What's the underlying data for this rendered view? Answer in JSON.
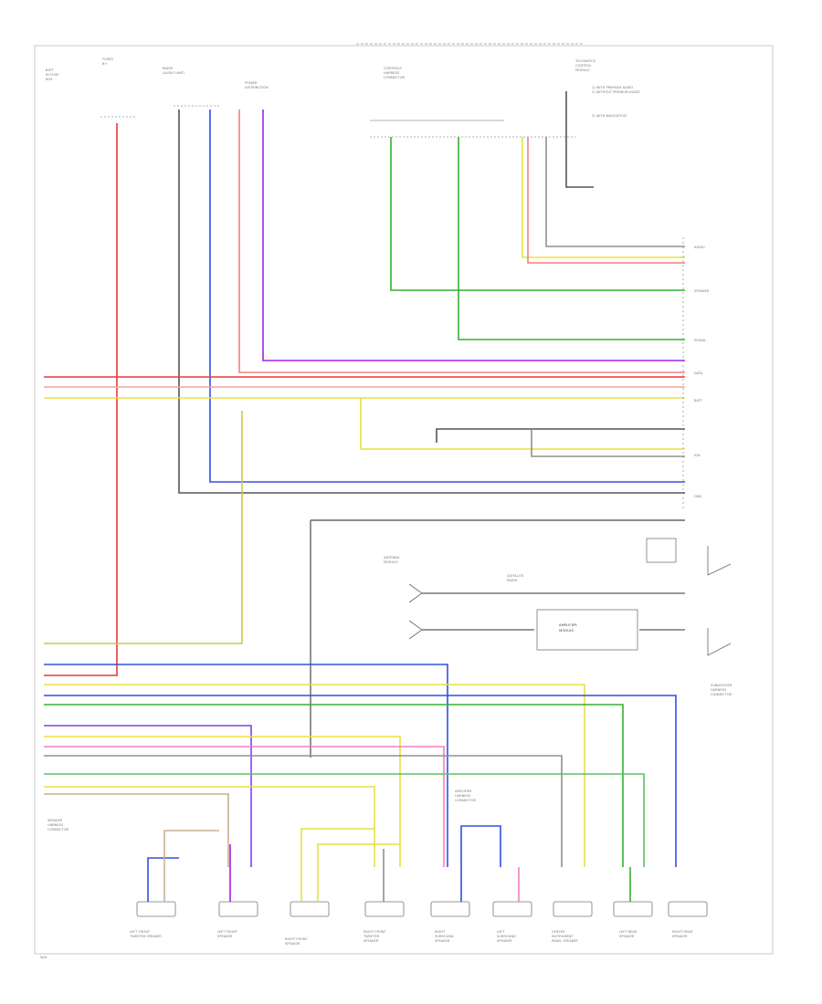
{
  "header": {
    "fuse_block": [
      "BATT",
      "IN FUSE",
      "BOX"
    ],
    "fused_label": [
      "FUSED",
      "B+"
    ],
    "radio_unit": [
      "RADIO",
      "(AUDIO UNIT)"
    ],
    "power_label": [
      "POWER",
      "DISTRIBUTION"
    ]
  },
  "top_notes": {
    "note_left": [
      "CONTROLS",
      "HARNESS",
      "CONNECTOR"
    ],
    "note_mid": [
      "TELEMATICS",
      "CONTROL",
      "MODULE"
    ],
    "note_right_1": [
      "1) WITH PREMIUM AUDIO",
      "2) WITHOUT PREMIUM AUDIO"
    ],
    "note_right_2": [
      "3) WITH NAVIGATION"
    ]
  },
  "wire_colors": {
    "red": "#e83a3a",
    "pink": "#f08080",
    "violet": "#a020f0",
    "green": "#35b030",
    "blue": "#3050e0",
    "yellow": "#e8e040",
    "olive": "#b0b040",
    "gray": "#909090",
    "black": "#333333",
    "tan": "#c8b090",
    "cyan": "#40a0e0"
  },
  "right_labels": {
    "row1": "AUDIO",
    "row2": "SPEAKER",
    "row3": "SIGNAL",
    "row4": "DATA",
    "row5": "BATT",
    "row6": "IGN",
    "row7": "GND"
  },
  "antenna_section": {
    "antenna_1": [
      "ANTENNA",
      "MODULE"
    ],
    "antenna_2": [
      "SATELLITE",
      "RADIO"
    ],
    "box_label": [
      "AMPLIFIER",
      "MODULE"
    ]
  },
  "left_bottom_note": [
    "SPEAKER",
    "HARNESS",
    "CONNECTOR"
  ],
  "mid_bottom_note": [
    "AMPLIFIER",
    "HARNESS",
    "CONNECTOR"
  ],
  "right_bottom_note": [
    "SUBWOOFER",
    "HARNESS",
    "CONNECTOR"
  ],
  "speakers": [
    {
      "label": [
        "LEFT FRONT",
        "TWEETER SPEAKER"
      ]
    },
    {
      "label": [
        "LEFT FRONT",
        "SPEAKER"
      ]
    },
    {
      "label": [
        "RIGHT FRONT",
        "SPEAKER"
      ]
    },
    {
      "label": [
        "RIGHT FRONT",
        "TWEETER",
        "SPEAKER"
      ]
    },
    {
      "label": [
        "RIGHT",
        "SURROUND",
        "SPEAKER"
      ]
    },
    {
      "label": [
        "LEFT",
        "SURROUND",
        "SPEAKER"
      ]
    },
    {
      "label": [
        "CENTER",
        "INSTRUMENT",
        "PANEL SPEAKER"
      ]
    },
    {
      "label": [
        "LEFT REAR",
        "SPEAKER"
      ]
    },
    {
      "label": [
        "RIGHT REAR",
        "SPEAKER"
      ]
    }
  ],
  "page_ref": "W/D"
}
